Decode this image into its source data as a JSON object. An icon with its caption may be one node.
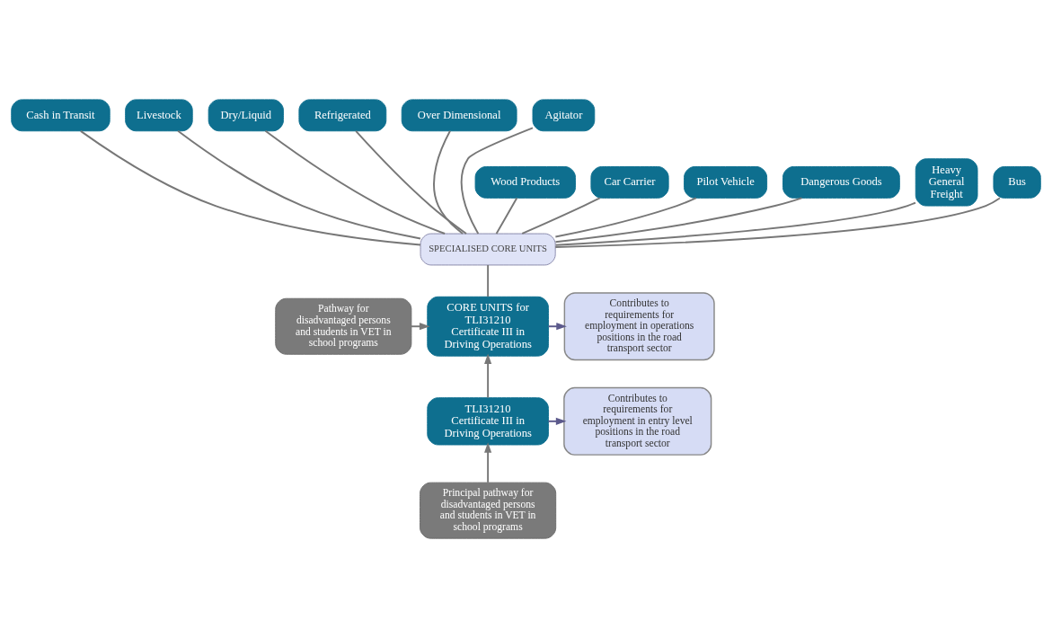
{
  "diagram": {
    "nodes": [
      {
        "text": [
          "Cash in Transit"
        ]
      },
      {
        "text": [
          "Livestock"
        ]
      },
      {
        "text": [
          "Dry/Liquid"
        ]
      },
      {
        "text": [
          "Refrigerated"
        ]
      },
      {
        "text": [
          "Over Dimensional"
        ]
      },
      {
        "text": [
          "Agitator"
        ]
      },
      {
        "text": [
          "Wood Products"
        ]
      },
      {
        "text": [
          "Car Carrier"
        ]
      },
      {
        "text": [
          "Pilot Vehicle"
        ]
      },
      {
        "text": [
          "Dangerous Goods"
        ]
      },
      {
        "text": [
          "Heavy General Freight"
        ]
      },
      {
        "text": [
          "Bus"
        ]
      },
      {
        "text": [
          "SPECIALISED CORE UNITS"
        ]
      },
      {
        "text": [
          "Pathway for disadvantaged persons and students in VET in school programs"
        ]
      },
      {
        "text": [
          "CORE UNITS for TLI31210 Certificate III in Driving Operations"
        ]
      },
      {
        "text": [
          "Contributes to requirements for employment in operations positions in the road transport sector"
        ]
      },
      {
        "text": [
          "Contributes to requirements for employment in entry level positions in the road transport sector"
        ]
      },
      {
        "text": [
          "TLI31210 Certificate III in Driving Operations"
        ]
      },
      {
        "text": [
          "Principal pathway for disadvantaged persons and students in VET in school programs"
        ]
      }
    ],
    "edges": [
      {
        "from": 12,
        "to": 0,
        "arrow": "none"
      },
      {
        "from": 12,
        "to": 6,
        "arrow": "none"
      },
      {
        "from": 12,
        "to": 1,
        "arrow": "none"
      },
      {
        "from": 12,
        "to": 7,
        "arrow": "none"
      },
      {
        "from": 12,
        "to": 2,
        "arrow": "none"
      },
      {
        "from": 12,
        "to": 8,
        "arrow": "none"
      },
      {
        "from": 12,
        "to": 3,
        "arrow": "none"
      },
      {
        "from": 12,
        "to": 9,
        "arrow": "none"
      },
      {
        "from": 12,
        "to": 4,
        "arrow": "none"
      },
      {
        "from": 12,
        "to": 10,
        "arrow": "none"
      },
      {
        "from": 12,
        "to": 5,
        "arrow": "none"
      },
      {
        "from": 12,
        "to": 11,
        "arrow": "none"
      },
      {
        "from": 14,
        "to": 12,
        "arrow": "none"
      },
      {
        "from": 13,
        "to": 14,
        "arrow": "to"
      },
      {
        "from": 14,
        "to": 15,
        "arrow": "to",
        "color": "#5c5a8c"
      },
      {
        "from": 17,
        "to": 14,
        "arrow": "to"
      },
      {
        "from": 17,
        "to": 16,
        "arrow": "to",
        "color": "#5c5a8c"
      },
      {
        "from": 18,
        "to": 17,
        "arrow": "to"
      }
    ]
  }
}
